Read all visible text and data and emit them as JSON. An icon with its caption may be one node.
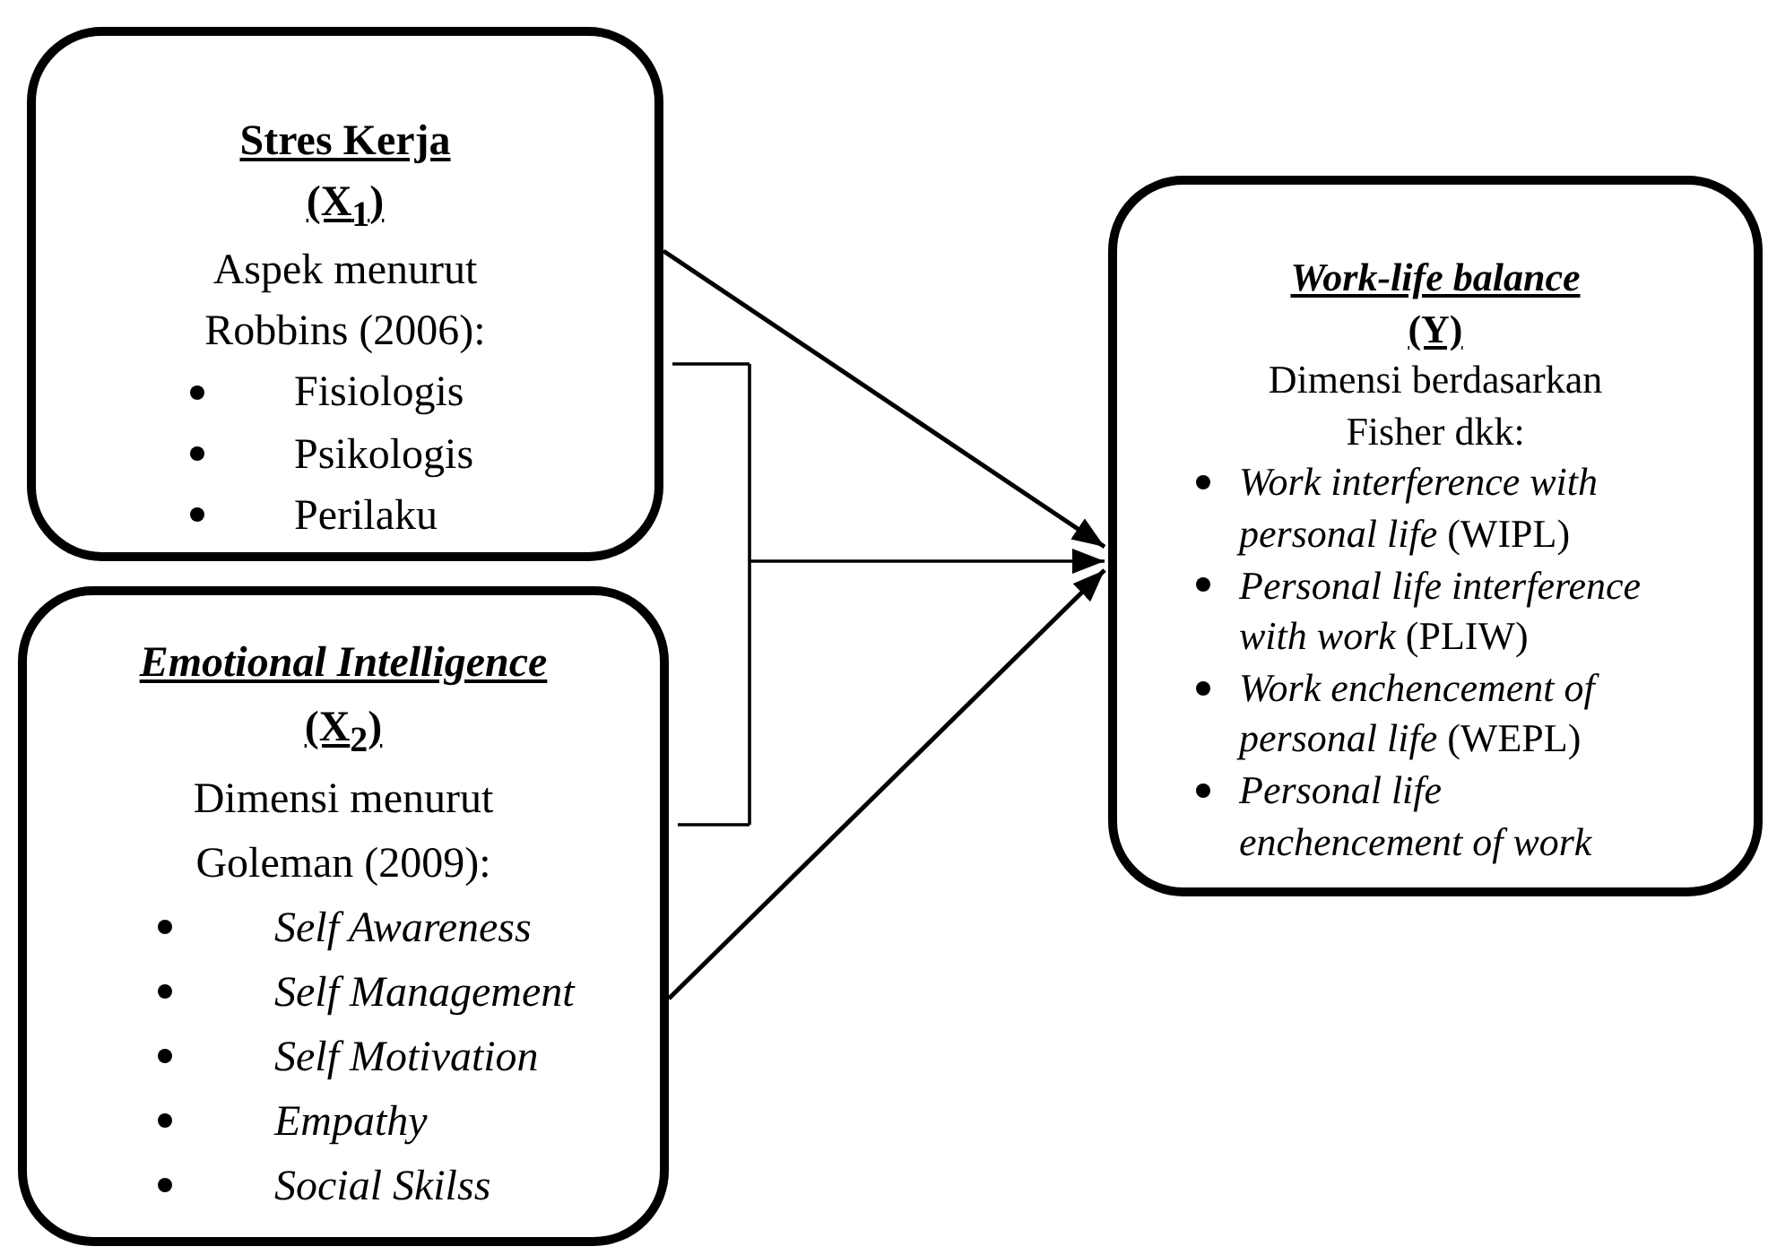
{
  "diagram": {
    "nodes": [
      {
        "text": [
          "Stres Kerja",
          "(X$_{1}$)",
          "Aspek menurut Robbins (2006):",
          "Fisiologis",
          "Psikologis",
          "Perilaku"
        ]
      },
      {
        "text": [
          "Emotional Intelligence",
          "(X$_{2}$)",
          "Dimensi menurut Goleman (2009):",
          "Self Awareness",
          "Self Management",
          "Self Motivation",
          "Empathy",
          "Social Skilss"
        ]
      },
      {
        "text": [
          "Work-life balance",
          "(Y)",
          "Dimensi berdasarkan Fisher dkk:",
          "*Work interference with personal life* (WIPL)",
          "*Personal life interference with work* (PLIW)",
          "*Work enchencement of personal life* (WEPL)",
          "*Personal life enchencement of work*"
        ]
      }
    ],
    "edges": [
      {
        "from": 0,
        "to": 2,
        "arrow": "to"
      },
      {
        "from": 1,
        "to": 2,
        "arrow": "to"
      },
      {
        "from": 0,
        "to": 2,
        "arrow": "to"
      },
      {
        "from": 1,
        "to": 2,
        "arrow": "to"
      }
    ]
  }
}
